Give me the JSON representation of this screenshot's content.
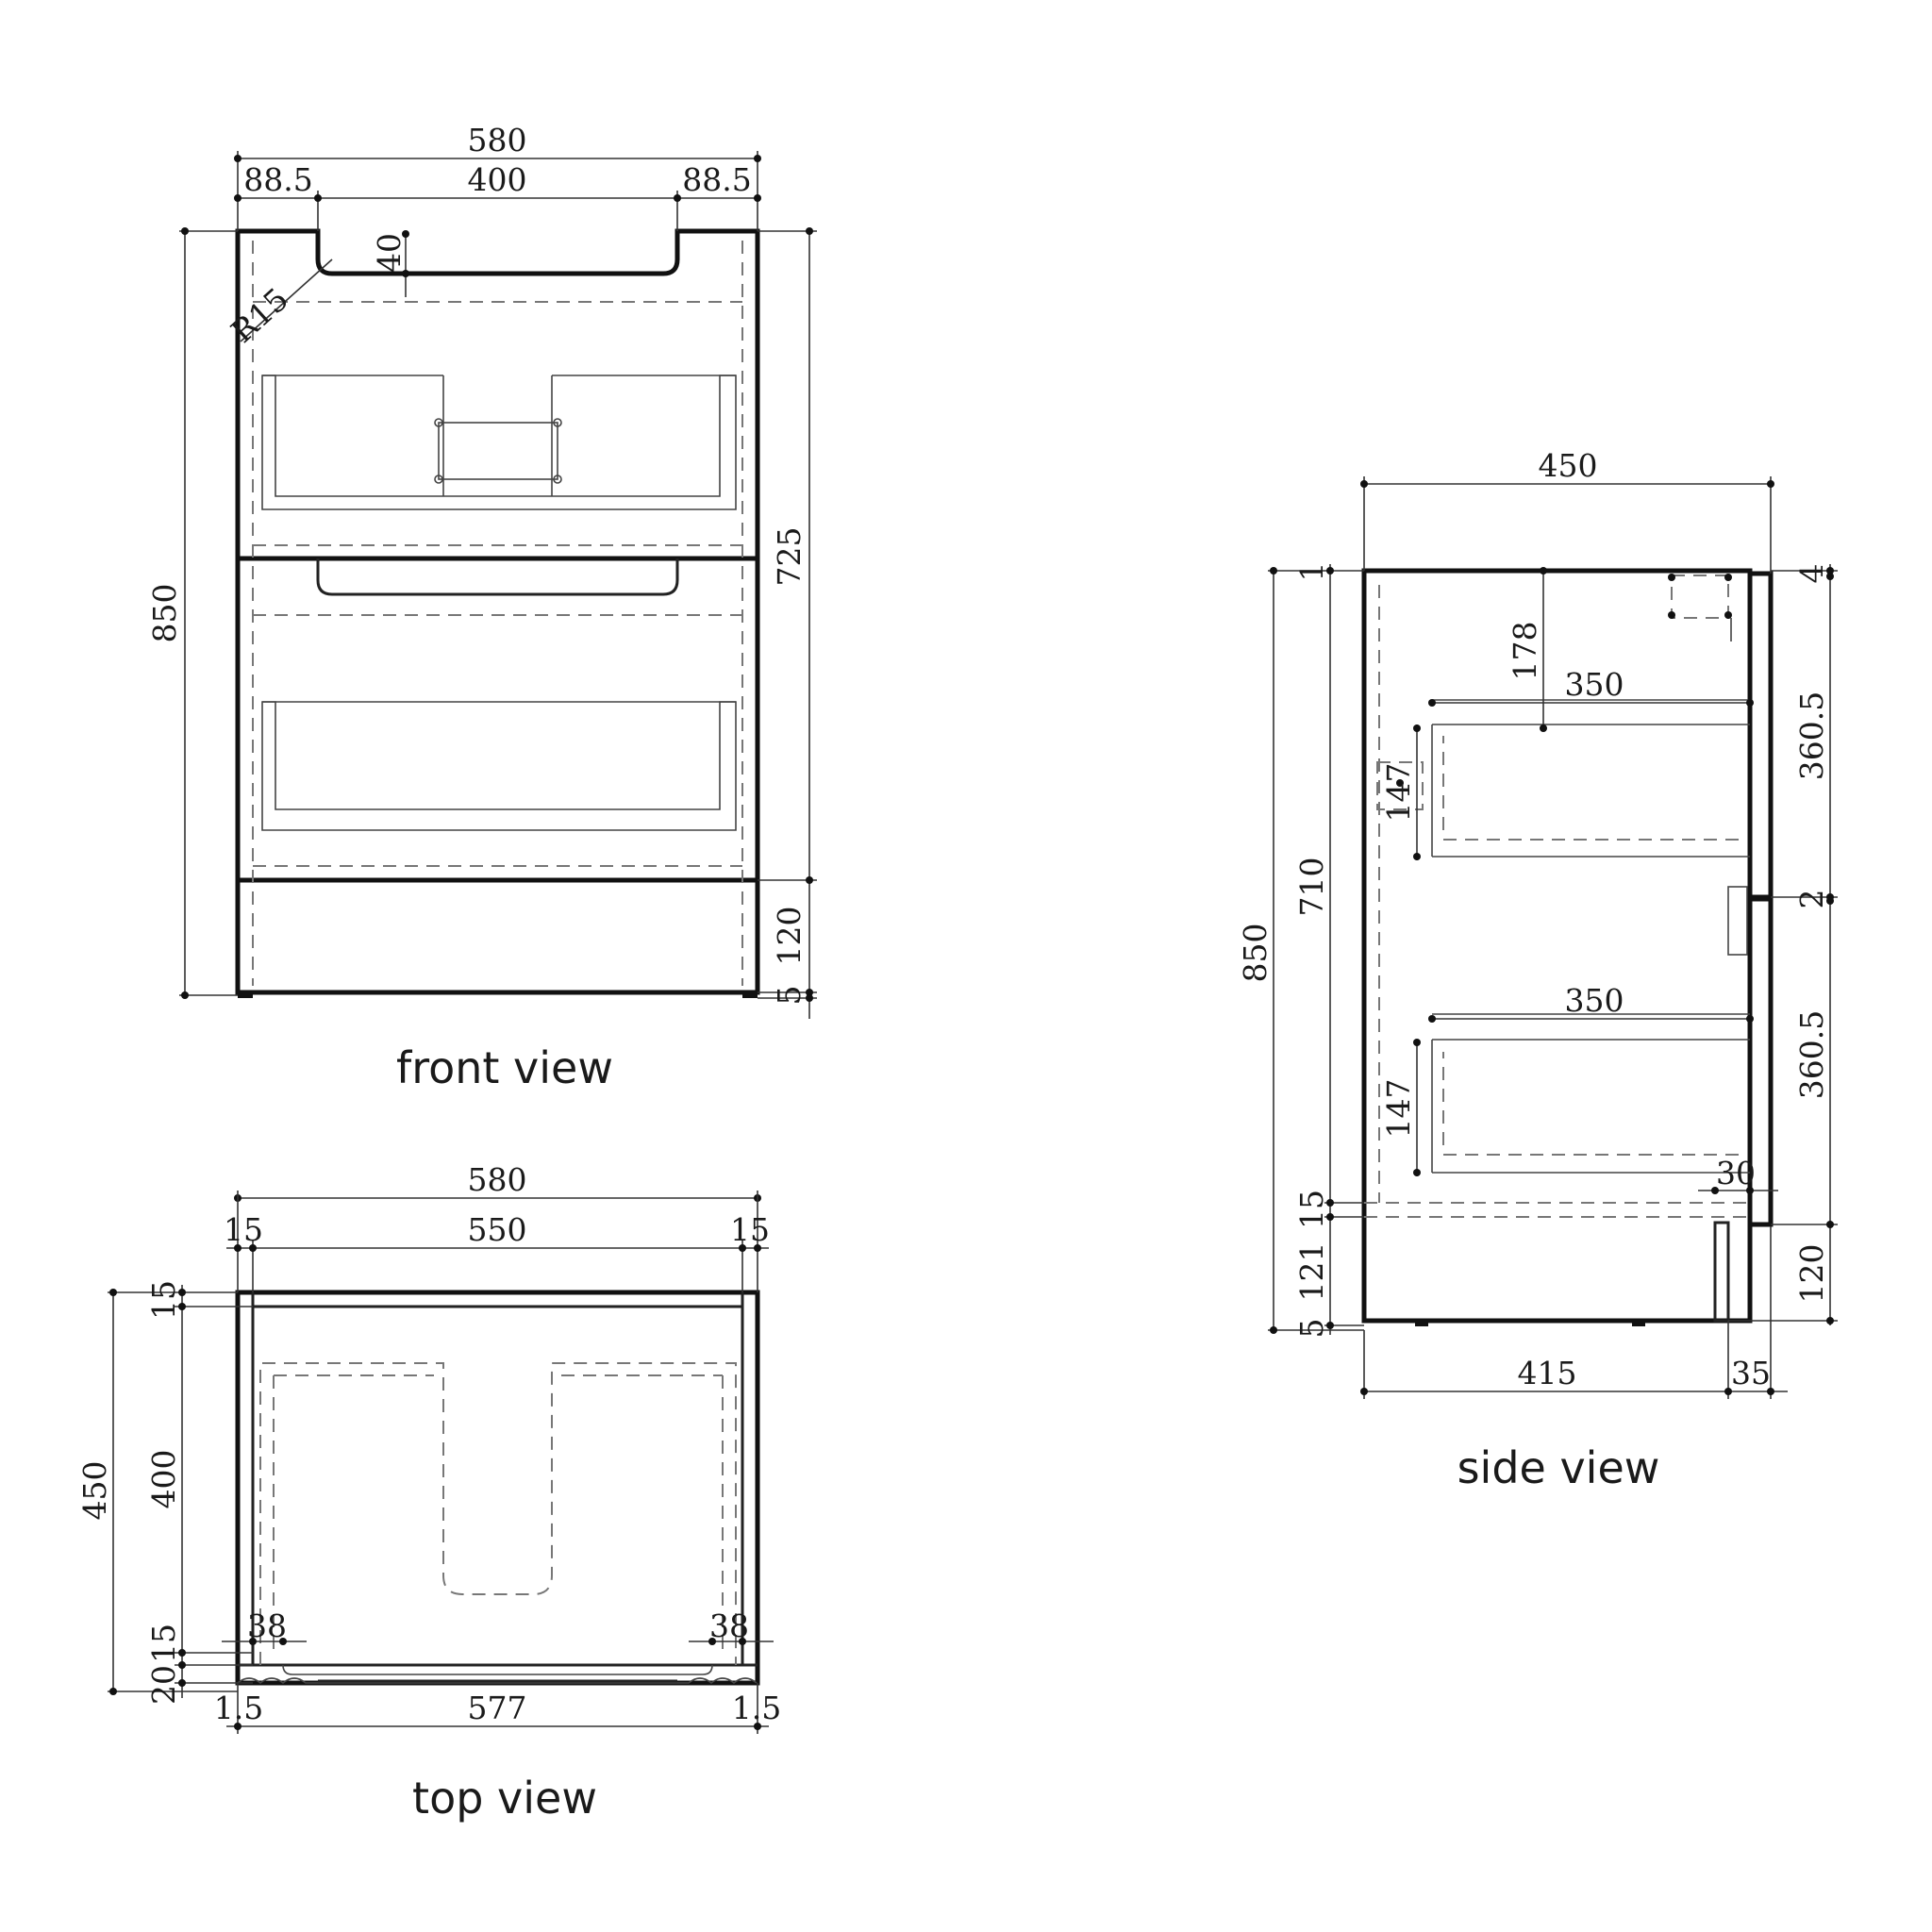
{
  "views": {
    "front": {
      "caption": "front view",
      "dims": {
        "overall_width": "580",
        "left_margin": "88.5",
        "handle_width": "400",
        "right_margin": "88.5",
        "handle_depth": "40",
        "radius": "R15",
        "overall_height": "850",
        "drawer_height": "725",
        "plinth_height": "120",
        "foot_height": "5"
      }
    },
    "top": {
      "caption": "top view",
      "dims": {
        "overall_width": "580",
        "side_left": "15",
        "inner_width": "550",
        "side_right": "15",
        "overall_depth": "450",
        "back_panel": "15",
        "basin_depth": "400",
        "front_panel": "15",
        "door_thickness": "20",
        "offset_left": "38",
        "offset_right": "38",
        "edge_left": "1.5",
        "front_width": "577",
        "edge_right": "1.5"
      }
    },
    "side": {
      "caption": "side view",
      "dims": {
        "overall_depth": "450",
        "top_gap": "1",
        "top_offset": "178",
        "upper_drawer_depth": "350",
        "upper_drawer_height": "147",
        "lower_drawer_depth": "350",
        "lower_drawer_height": "147",
        "overall_height": "850",
        "body_height": "710",
        "base_panel": "15",
        "plinth": "121",
        "foot": "5",
        "top_clearance": "4",
        "upper_front": "360.5",
        "front_gap": "2",
        "lower_front": "360.5",
        "plinth_setback": "30",
        "plinth_front": "120",
        "body_depth": "415",
        "front_thickness": "35"
      }
    }
  }
}
